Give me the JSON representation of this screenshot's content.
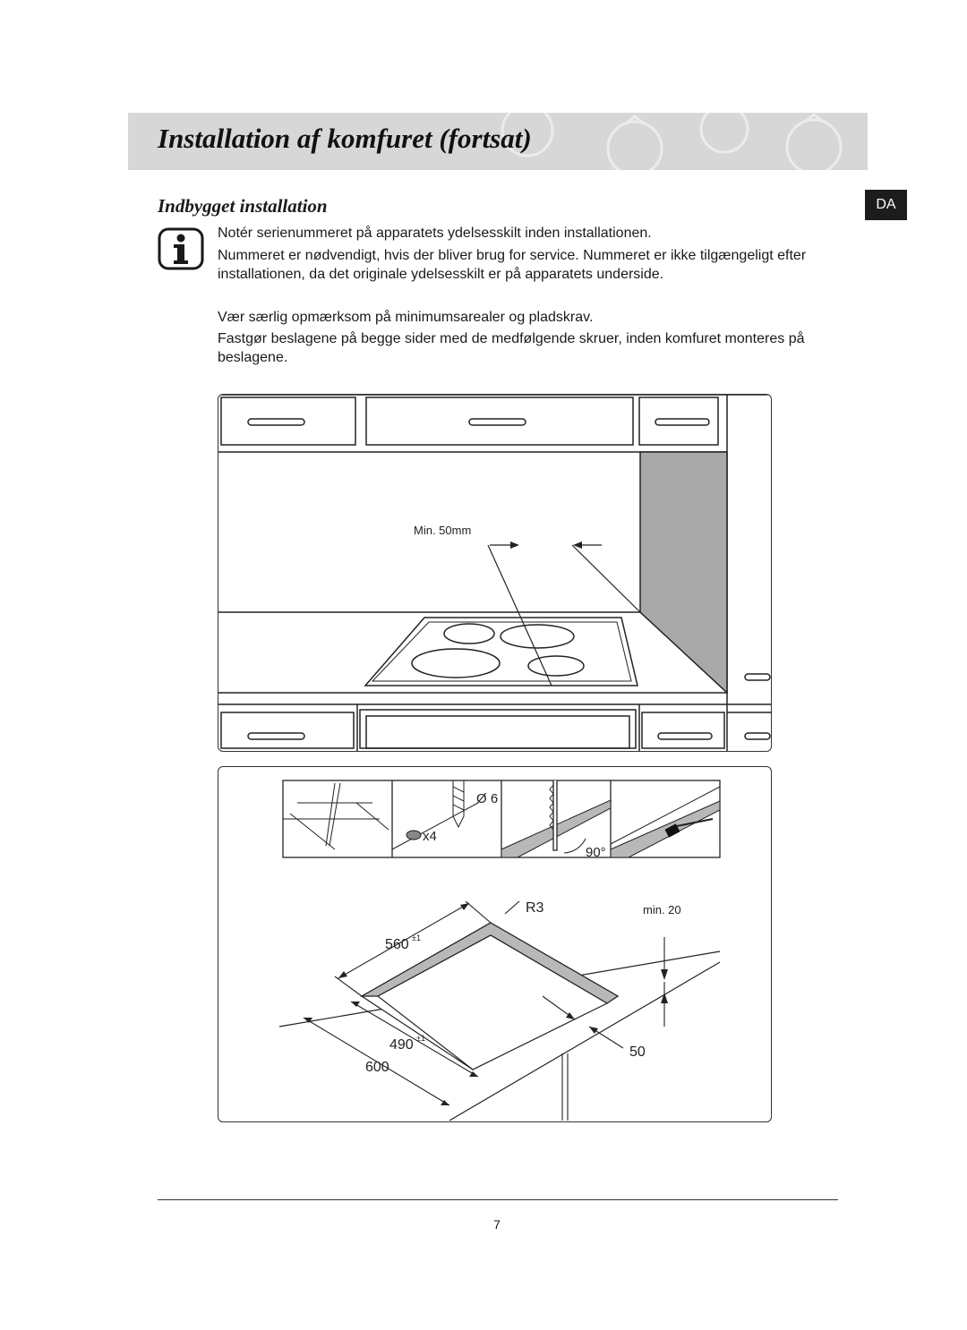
{
  "header": {
    "title": "Installation af komfuret (fortsat)"
  },
  "language_badge": "DA",
  "section": {
    "subtitle": "Indbygget installation"
  },
  "paragraphs": [
    "Notér serienummeret på apparatets ydelsesskilt inden installationen.",
    "Nummeret er nødvendigt, hvis der bliver brug for service. Nummeret er ikke tilgængeligt efter installationen, da det originale ydelsesskilt er på apparatets underside.",
    "Vær særlig opmærksom på minimumsarealer og pladskrav.",
    "Fastgør beslagene på begge sider med de medfølgende skruer, inden komfuret monteres på beslagene."
  ],
  "diagram1": {
    "min_label": "Min. 50mm"
  },
  "diagram2": {
    "drill_label": "Ø 6",
    "screws_label": "x4",
    "angle_label": "90°",
    "radius_label": "R3",
    "min_label": "min. 20",
    "depth_label": "560",
    "depth_tol": "±1",
    "width_label": "490",
    "width_tol": "±1",
    "worktop_label": "600",
    "edge_label": "50"
  },
  "footer": {
    "page_number": "7"
  }
}
